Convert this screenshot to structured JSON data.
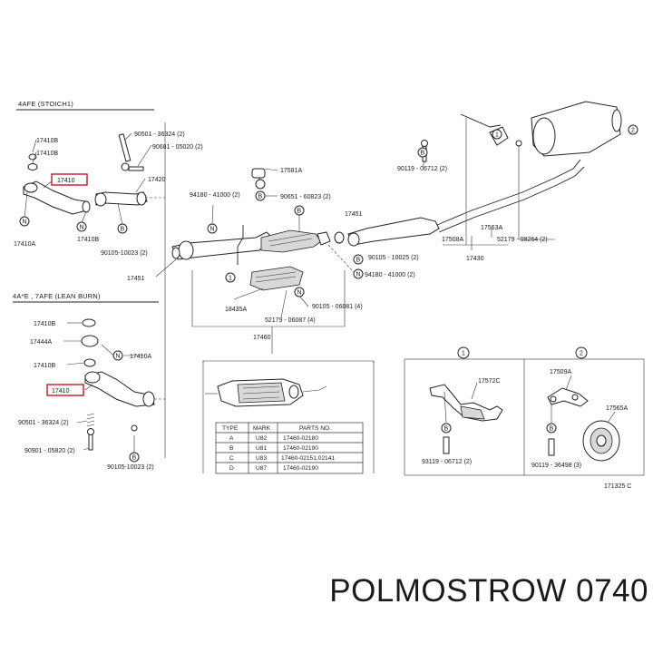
{
  "sections": {
    "top": "4AFE (STOICH1)",
    "middle": "4A*E , 7AFE (LEAN BURN)"
  },
  "labels": {
    "p17410B_a": "17410B",
    "p17410B_b": "17410B",
    "p17410_top": "17410",
    "p17410A_top": "17410A",
    "p17410B_c": "17410B",
    "p90501_top": "90501 - 36324 (2)",
    "p90681_top": "90681 - 05020 (2)",
    "p17420": "17420",
    "p90105_top": "90105-10023 (2)",
    "p17451_left": "17451",
    "p94180_top": "94180 - 41000 (2)",
    "p17581A": "17581A",
    "p90651": "90651 - 60823 (2)",
    "p17451_right": "17451",
    "p90105_mid": "90105 - 10025 (2)",
    "p94180_mid": "94180 - 41000 (2)",
    "p18435A": "18435A",
    "p90105_06061": "90105 - 06081 (4)",
    "p52179": "52179 - 06087 (4)",
    "p17460": "17460",
    "p90119_top": "90119 - 06712 (2)",
    "p17563A": "17563A",
    "p17508A": "17508A",
    "p52179_right": "52179 - 08264 (2)",
    "p17430": "17430",
    "p17410B_d": "17410B",
    "p17444A": "17444A",
    "p17410A_mid": "17410A",
    "p17410B_e": "17410B",
    "p17410_mid": "17410",
    "p90501_mid": "90501 - 36324 (2)",
    "p90901": "90901 - 05820 (2)",
    "p90105_bottom": "90105-10023 (2)",
    "p17572C": "17572C",
    "p93119": "93119 - 06712 (2)",
    "p17509A": "17509A",
    "p17565A": "17565A",
    "p90119_bottom": "90119 - 36498 (3)",
    "figure_code": "171325 C"
  },
  "callouts": {
    "n": "N",
    "b": "B",
    "one": "1",
    "two": "2"
  },
  "table": {
    "headers": [
      "TYPE",
      "MARK",
      "PARTS NO."
    ],
    "rows": [
      [
        "A",
        "U82",
        "17460-02180"
      ],
      [
        "B",
        "U81",
        "17460-02190"
      ],
      [
        "C",
        "U83",
        "17460-02151,02141"
      ],
      [
        "D",
        "U87",
        "17460-02190"
      ]
    ]
  },
  "brand": "POLMOSTROW 0740",
  "colors": {
    "highlight": "#c0182b",
    "line": "#222222"
  }
}
